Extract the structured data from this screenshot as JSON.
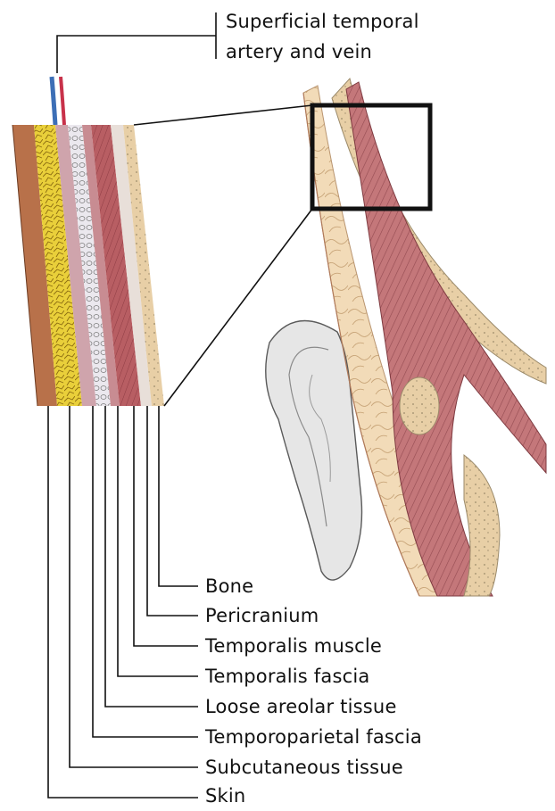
{
  "title": {
    "line1": "Superficial temporal",
    "line2": "artery and vein"
  },
  "layers": [
    {
      "name": "Bone"
    },
    {
      "name": "Pericranium"
    },
    {
      "name": "Temporalis muscle"
    },
    {
      "name": "Temporalis fascia"
    },
    {
      "name": "Loose areolar tissue"
    },
    {
      "name": "Temporoparietal fascia"
    },
    {
      "name": "Subcutaneous tissue"
    },
    {
      "name": "Skin"
    }
  ],
  "colors": {
    "skin": "#b8714a",
    "subcutaneous": "#e9cf3a",
    "temporoparietal_fascia": "#cfa4ac",
    "loose_areolar": "#e8e4ea",
    "temporalis_fascia": "#c88c92",
    "muscle": "#b85e63",
    "pericranium": "#e8dfd9",
    "bone": "#e8cfa6",
    "artery": "#c8324a",
    "vein": "#3d6fb6"
  }
}
